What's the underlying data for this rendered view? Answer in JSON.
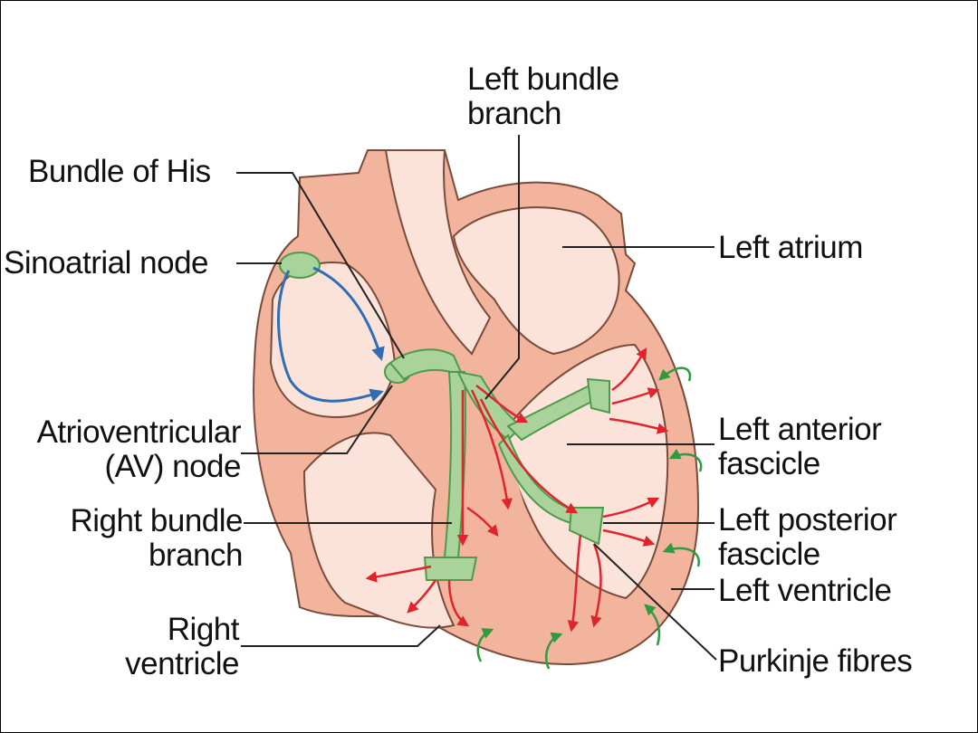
{
  "labels": {
    "left_bundle_branch": "Left bundle\nbranch",
    "bundle_of_his": "Bundle of His",
    "sinoatrial_node": "Sinoatrial node",
    "left_atrium": "Left atrium",
    "av_node": "Atrioventricular\n(AV) node",
    "left_anterior_fascicle": "Left anterior\nfascicle",
    "right_bundle_branch": "Right bundle\nbranch",
    "left_posterior_fascicle": "Left posterior\nfascicle",
    "left_ventricle": "Left ventricle",
    "right_ventricle": "Right\nventricle",
    "purkinje_fibres": "Purkinje fibres"
  },
  "colors": {
    "muscle": "#f2b49c",
    "chamber": "#fbe3da",
    "conduction": "#a9d39a",
    "conduction_outline": "#4f9a4a",
    "atrial_pathway": "#2f6db5",
    "ventricular_activation": "#e0242b",
    "repolarisation": "#2f9a3e",
    "outline": "#7a4a3a"
  }
}
